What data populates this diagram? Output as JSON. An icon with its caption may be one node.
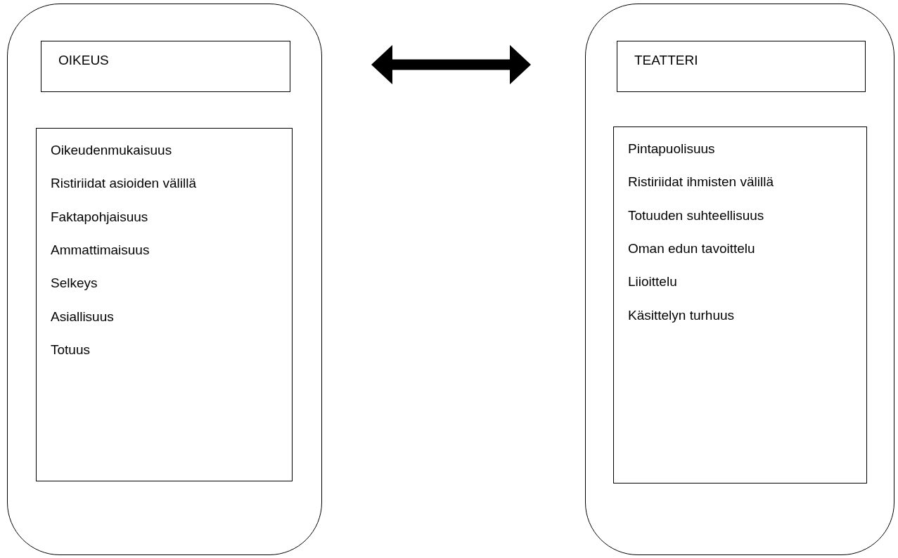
{
  "diagram": {
    "nodes": [
      {
        "text": [],
        "shape": "box"
      },
      {
        "text": [
          "OIKEUS"
        ],
        "in": 0
      },
      {
        "text": [
          "Oikeudenmukaisuus",
          "Ristiriidat asioiden välillä",
          "Faktapohjaisuus",
          "Ammattimaisuus",
          "Selkeys",
          "Asiallisuus",
          "Totuus"
        ],
        "in": 0
      },
      {
        "text": [],
        "shape": "box"
      },
      {
        "text": [
          "TEATTERI"
        ],
        "in": 3
      },
      {
        "text": [
          "Pintapuolisuus",
          "Ristiriidat ihmisten välillä",
          "Totuuden suhteellisuus",
          "Oman edun tavoittelu",
          "Liioittelu",
          "Käsittelyn turhuus"
        ],
        "in": 3
      }
    ],
    "edges": [
      {
        "from": 0,
        "to": 3,
        "arrow": "both"
      }
    ]
  }
}
